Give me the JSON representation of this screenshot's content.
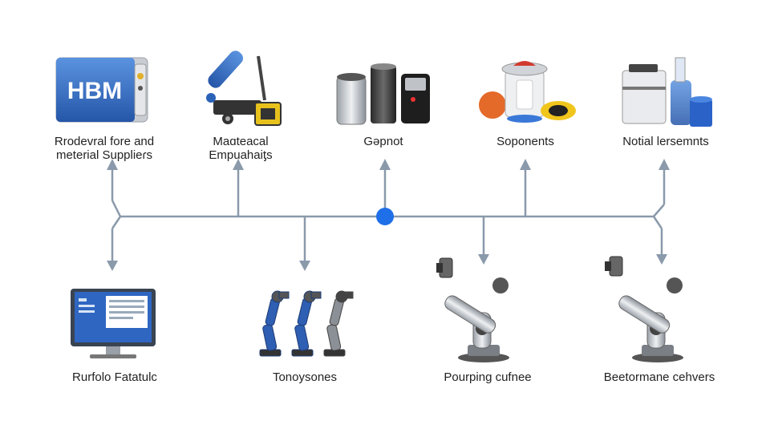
{
  "diagram": {
    "top_nodes": [
      {
        "label": "Rrodevral fore and\nmeterial Supplieɾs",
        "icon": "hbm-server-icon",
        "logo_text": "HBM"
      },
      {
        "label": "Maɑteacal\nEmpuahaiƫs",
        "icon": "machine-tool-icon"
      },
      {
        "label": "Gəpnot",
        "icon": "hardware-cylinders-icon"
      },
      {
        "label": "Soponents",
        "icon": "components-icon"
      },
      {
        "label": "Notial lersemnts",
        "icon": "lab-containers-icon"
      }
    ],
    "bottom_nodes": [
      {
        "label": "Rurfolo Fatatulc",
        "icon": "monitor-icon"
      },
      {
        "label": "Tonoysones",
        "icon": "robot-arms-icon"
      },
      {
        "label": "Pourping cufnee",
        "icon": "industrial-robot-icon"
      },
      {
        "label": "Beetormane cehvers",
        "icon": "industrial-robot-icon"
      }
    ],
    "colors": {
      "line": "#8a9aab",
      "hub": "#1e6fe8",
      "accent_blue": "#2f6fd1"
    }
  }
}
